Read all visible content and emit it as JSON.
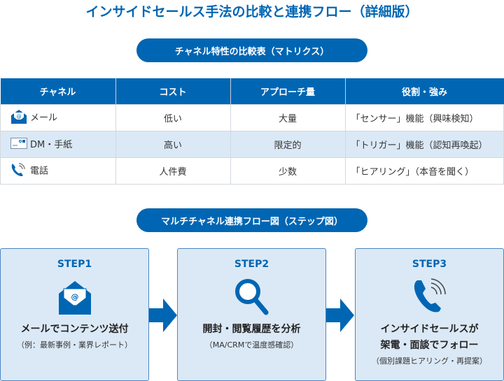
{
  "title": "インサイドセールス手法の比較と連携フロー（詳細版）",
  "matrix": {
    "heading": "チャネル特性の比較表（マトリクス）",
    "headers": [
      "チャネル",
      "コスト",
      "アプローチ量",
      "役割・強み"
    ],
    "rows": [
      {
        "icon": "mail-icon",
        "channel": "メール",
        "cost": "低い",
        "volume": "大量",
        "role": "「センサー」機能（興味検知）"
      },
      {
        "icon": "postcard-icon",
        "channel": "DM・手紙",
        "cost": "高い",
        "volume": "限定的",
        "role": "「トリガー」機能（認知再喚起）"
      },
      {
        "icon": "phone-icon",
        "channel": "電話",
        "cost": "人件費",
        "volume": "少数",
        "role": "「ヒアリング」（本音を聞く）"
      }
    ]
  },
  "flow": {
    "heading": "マルチチャネル連携フロー図（ステップ図）",
    "steps": [
      {
        "label": "STEP1",
        "icon": "mail-icon",
        "main": "メールでコンテンツ送付",
        "main2": "",
        "sub": "（例：最新事例・業界レポート）"
      },
      {
        "label": "STEP2",
        "icon": "search-icon",
        "main": "開封・閲覧履歴を分析",
        "main2": "",
        "sub": "（MA/CRMで温度感確認）"
      },
      {
        "label": "STEP3",
        "icon": "phone-icon",
        "main": "インサイドセールスが",
        "main2": "架電・面談でフォロー",
        "sub": "（個別課題ヒアリング・再提案）"
      }
    ]
  },
  "colors": {
    "primary": "#0066b3",
    "light": "#dbe9f6"
  }
}
